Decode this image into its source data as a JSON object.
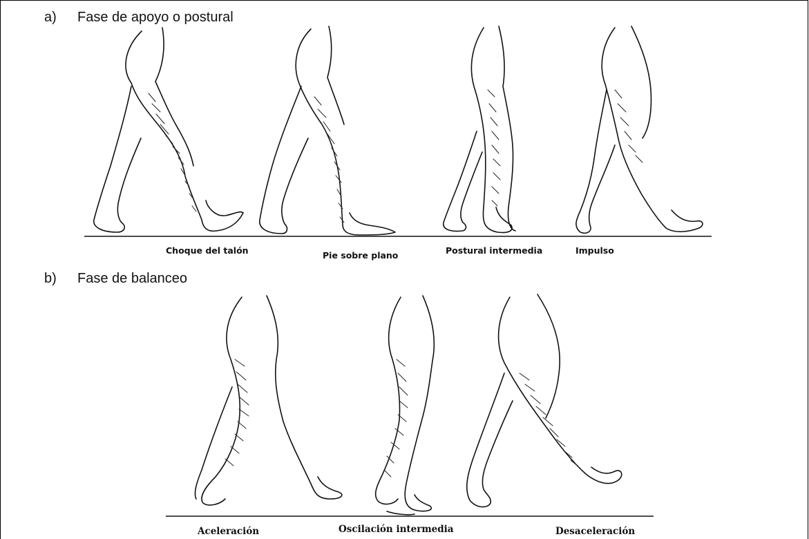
{
  "section_a": {
    "marker": "a)",
    "title": "Fase de apoyo o postural",
    "captions": [
      "Choque del talón",
      "Pie sobre plano",
      "Postural intermedia",
      "Impulso"
    ]
  },
  "section_b": {
    "marker": "b)",
    "title": "Fase de balanceo",
    "captions": [
      "Aceleración",
      "Oscilación intermedia",
      "Desaceleración"
    ]
  }
}
